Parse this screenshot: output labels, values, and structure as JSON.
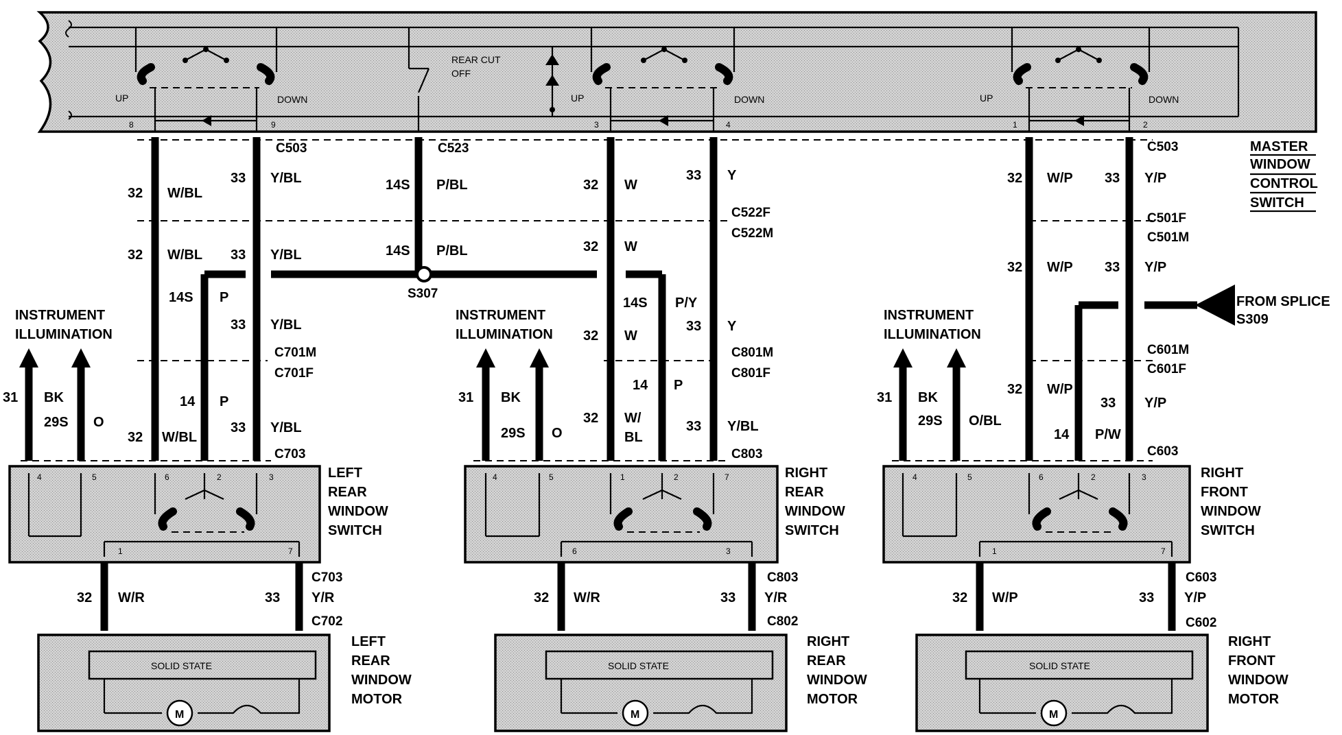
{
  "master_switch": {
    "title_lines": [
      "MASTER",
      "WINDOW",
      "CONTROL",
      "SWITCH"
    ],
    "labels": {
      "up": "UP",
      "down": "DOWN",
      "rear_cut_off_1": "REAR CUT",
      "rear_cut_off_2": "OFF"
    },
    "pins": [
      "8",
      "9",
      "3",
      "4",
      "1",
      "2"
    ]
  },
  "left_column": {
    "connectors": [
      "C503",
      "C701M",
      "C701F",
      "C703",
      "C703",
      "C702"
    ],
    "wires": {
      "up_circuit": "32",
      "up_color": "W/BL",
      "down_circuit": "33",
      "down_color": "Y/BL",
      "feed_circuit": "14S",
      "feed_color": "P",
      "feed_low_circuit": "14",
      "feed_low_color": "P",
      "illum_circuit": "31",
      "illum_color": "BK",
      "illum2_circuit": "29S",
      "illum2_color": "O",
      "motor_up_circuit": "32",
      "motor_up_color": "W/R",
      "motor_down_circuit": "33",
      "motor_down_color": "Y/R"
    },
    "illumination_lines": [
      "INSTRUMENT",
      "ILLUMINATION"
    ],
    "switch_title": [
      "LEFT",
      "REAR",
      "WINDOW",
      "SWITCH"
    ],
    "switch_pins": [
      "4",
      "5",
      "6",
      "2",
      "3",
      "1",
      "7"
    ],
    "motor_title": [
      "LEFT",
      "REAR",
      "WINDOW",
      "MOTOR"
    ],
    "solid_state": "SOLID  STATE"
  },
  "center_feed": {
    "connector_top": "C523",
    "circuit": "14S",
    "color": "P/BL",
    "splice": "S307"
  },
  "middle_column": {
    "connectors": [
      "C522F",
      "C522M",
      "C801M",
      "C801F",
      "C803",
      "C803",
      "C802"
    ],
    "wires": {
      "up_circuit": "32",
      "up_color": "W",
      "down_circuit": "33",
      "down_color": "Y",
      "feed_circuit": "14S",
      "feed_color": "P/Y",
      "feed_low_circuit": "14",
      "feed_low_color": "P",
      "switch_up_color_1": "W/",
      "switch_up_color_2": "BL",
      "switch_down_color": "Y/BL",
      "illum_circuit": "31",
      "illum_color": "BK",
      "illum2_circuit": "29S",
      "illum2_color": "O",
      "motor_up_circuit": "32",
      "motor_up_color": "W/R",
      "motor_down_circuit": "33",
      "motor_down_color": "Y/R"
    },
    "illumination_lines": [
      "INSTRUMENT",
      "ILLUMINATION"
    ],
    "switch_title": [
      "RIGHT",
      "REAR",
      "WINDOW",
      "SWITCH"
    ],
    "switch_pins": [
      "4",
      "5",
      "1",
      "2",
      "7",
      "6",
      "3"
    ],
    "motor_title": [
      "RIGHT",
      "REAR",
      "WINDOW",
      "MOTOR"
    ],
    "solid_state": "SOLID  STATE"
  },
  "right_column": {
    "connectors": [
      "C503",
      "C501F",
      "C501M",
      "C601M",
      "C601F",
      "C603",
      "C603",
      "C602"
    ],
    "wires": {
      "up_circuit": "32",
      "up_color": "W/P",
      "down_circuit": "33",
      "down_color": "Y/P",
      "feed_low_circuit": "14",
      "feed_low_color": "P/W",
      "illum_circuit": "31",
      "illum_color": "BK",
      "illum2_circuit": "29S",
      "illum2_color": "O/BL",
      "motor_up_circuit": "32",
      "motor_up_color": "W/P",
      "motor_down_circuit": "33",
      "motor_down_color": "Y/P"
    },
    "from_splice_lines": [
      "FROM SPLICE",
      "S309"
    ],
    "splice_marker": "A",
    "illumination_lines": [
      "INSTRUMENT",
      "ILLUMINATION"
    ],
    "switch_title": [
      "RIGHT",
      "FRONT",
      "WINDOW",
      "SWITCH"
    ],
    "switch_pins": [
      "4",
      "5",
      "6",
      "2",
      "3",
      "1",
      "7"
    ],
    "motor_title": [
      "RIGHT",
      "FRONT",
      "WINDOW",
      "MOTOR"
    ],
    "solid_state": "SOLID  STATE"
  }
}
